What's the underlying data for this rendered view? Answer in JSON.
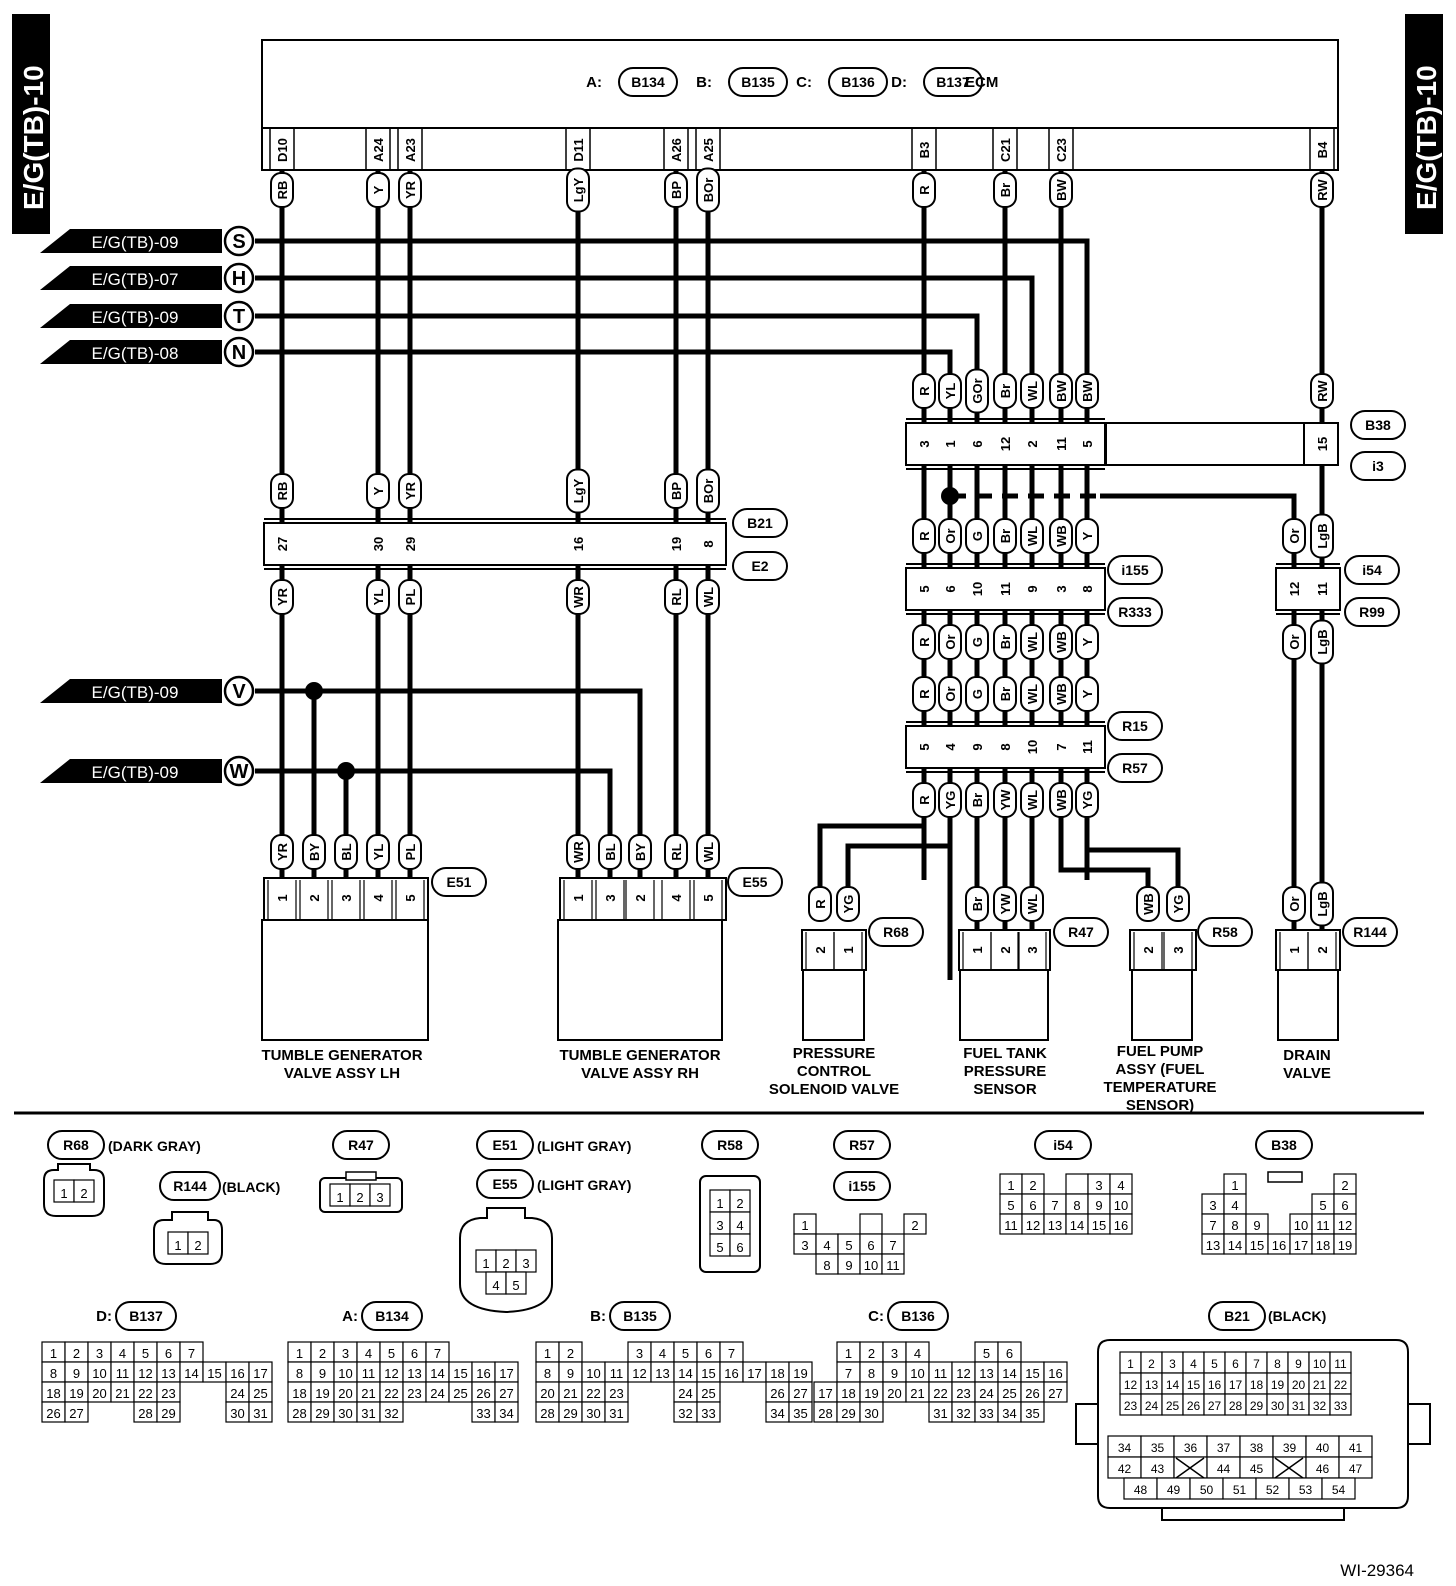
{
  "page_tag": "E/G(TB)-10",
  "figure_id": "WI-29364",
  "ecm": {
    "label": "ECM",
    "connectors": [
      {
        "prefix": "A:",
        "name": "B134"
      },
      {
        "prefix": "B:",
        "name": "B135"
      },
      {
        "prefix": "C:",
        "name": "B136"
      },
      {
        "prefix": "D:",
        "name": "B137"
      }
    ],
    "pins": [
      {
        "pin": "D10",
        "wire": "RB"
      },
      {
        "pin": "A24",
        "wire": "Y"
      },
      {
        "pin": "A23",
        "wire": "YR"
      },
      {
        "pin": "D11",
        "wire": "LgY"
      },
      {
        "pin": "A26",
        "wire": "BP"
      },
      {
        "pin": "A25",
        "wire": "BOr"
      },
      {
        "pin": "B3",
        "wire": "R"
      },
      {
        "pin": "C21",
        "wire": "Br"
      },
      {
        "pin": "C23",
        "wire": "BW"
      },
      {
        "pin": "B4",
        "wire": "RW"
      }
    ]
  },
  "links": [
    {
      "ref": "E/G(TB)-09",
      "letter": "S"
    },
    {
      "ref": "E/G(TB)-07",
      "letter": "H"
    },
    {
      "ref": "E/G(TB)-09",
      "letter": "T"
    },
    {
      "ref": "E/G(TB)-08",
      "letter": "N"
    },
    {
      "ref": "E/G(TB)-09",
      "letter": "V"
    },
    {
      "ref": "E/G(TB)-09",
      "letter": "W"
    }
  ],
  "junctions": {
    "B38_i3": {
      "names": [
        "B38",
        "i3"
      ],
      "top_wires": [
        "R",
        "YL",
        "GOr",
        "Br",
        "WL",
        "BW",
        "BW"
      ],
      "pins": [
        "3",
        "1",
        "6",
        "12",
        "2",
        "11",
        "5"
      ],
      "right_wire": "RW",
      "right_pin": "15"
    },
    "B21_E2": {
      "names": [
        "B21",
        "E2"
      ],
      "top_wires": [
        "RB",
        "Y",
        "YR",
        "LgY",
        "BP",
        "BOr"
      ],
      "pins": [
        "27",
        "30",
        "29",
        "16",
        "19",
        "8"
      ],
      "bottom_wires": [
        "YR",
        "YL",
        "PL",
        "WR",
        "RL",
        "WL"
      ]
    },
    "i155_R333": {
      "names": [
        "i155",
        "R333"
      ],
      "top_wires": [
        "R",
        "Or",
        "G",
        "Br",
        "WL",
        "WB",
        "Y"
      ],
      "pins": [
        "5",
        "6",
        "10",
        "11",
        "9",
        "3",
        "8"
      ],
      "bottom_wires": [
        "R",
        "Or",
        "G",
        "Br",
        "WL",
        "WB",
        "Y"
      ]
    },
    "i54_R99": {
      "names": [
        "i54",
        "R99"
      ],
      "top_wires": [
        "Or",
        "LgB"
      ],
      "pins": [
        "12",
        "11"
      ],
      "bottom_wires": [
        "Or",
        "LgB"
      ]
    },
    "R15_R57": {
      "names": [
        "R15",
        "R57"
      ],
      "top_wires": [
        "R",
        "Or",
        "G",
        "Br",
        "WL",
        "WB",
        "Y"
      ],
      "pins": [
        "5",
        "4",
        "9",
        "8",
        "10",
        "7",
        "11"
      ],
      "bottom_wires": [
        "R",
        "YG",
        "Br",
        "YW",
        "WL",
        "WB",
        "YG"
      ]
    }
  },
  "components": [
    {
      "id": "E51",
      "wires": [
        "YR",
        "BY",
        "BL",
        "YL",
        "PL"
      ],
      "pins": [
        "1",
        "2",
        "3",
        "4",
        "5"
      ],
      "label1": "TUMBLE GENERATOR",
      "label2": "VALVE ASSY LH",
      "label3": "",
      "label4": ""
    },
    {
      "id": "E55",
      "wires": [
        "WR",
        "BL",
        "BY",
        "RL",
        "WL"
      ],
      "pins": [
        "1",
        "3",
        "2",
        "4",
        "5"
      ],
      "label1": "TUMBLE GENERATOR",
      "label2": "VALVE ASSY RH",
      "label3": "",
      "label4": ""
    },
    {
      "id": "R68",
      "wires": [
        "R",
        "YG"
      ],
      "pins": [
        "2",
        "1"
      ],
      "label1": "PRESSURE",
      "label2": "CONTROL",
      "label3": "SOLENOID VALVE",
      "label4": ""
    },
    {
      "id": "R47",
      "wires": [
        "Br",
        "YW",
        "WL"
      ],
      "pins": [
        "1",
        "2",
        "3"
      ],
      "label1": "FUEL TANK",
      "label2": "PRESSURE",
      "label3": "SENSOR",
      "label4": ""
    },
    {
      "id": "R58",
      "wires": [
        "WB",
        "YG"
      ],
      "pins": [
        "2",
        "3"
      ],
      "label1": "FUEL PUMP",
      "label2": "ASSY (FUEL",
      "label3": "TEMPERATURE",
      "label4": "SENSOR)"
    },
    {
      "id": "R144",
      "wires": [
        "Or",
        "LgB"
      ],
      "pins": [
        "1",
        "2"
      ],
      "label1": "DRAIN",
      "label2": "VALVE",
      "label3": "",
      "label4": ""
    }
  ],
  "connector_views": {
    "R68": {
      "name": "R68",
      "color": "(DARK GRAY)",
      "pins": [
        "1",
        "2"
      ]
    },
    "R144": {
      "name": "R144",
      "color": "(BLACK)",
      "pins": [
        "1",
        "2"
      ]
    },
    "R47": {
      "name": "R47",
      "pins": [
        "1",
        "2",
        "3"
      ]
    },
    "E51": {
      "name": "E51",
      "color": "(LIGHT GRAY)"
    },
    "E55": {
      "name": "E55",
      "color": "(LIGHT GRAY)",
      "pins": [
        "1",
        "2",
        "3",
        "4",
        "5"
      ]
    },
    "R58": {
      "name": "R58",
      "pins": [
        "1",
        "2",
        "3",
        "4",
        "5",
        "6"
      ]
    },
    "R57": {
      "name": "R57"
    },
    "i155": {
      "name": "i155",
      "pins": [
        "1",
        "2",
        "3",
        "4",
        "5",
        "6",
        "7",
        "8",
        "9",
        "10",
        "11"
      ]
    },
    "i54": {
      "name": "i54",
      "pins": [
        "1",
        "2",
        "3",
        "4",
        "5",
        "6",
        "7",
        "8",
        "9",
        "10",
        "11",
        "12",
        "13",
        "14",
        "15",
        "16"
      ]
    },
    "B38": {
      "name": "B38",
      "pins": [
        "1",
        "2",
        "3",
        "4",
        "5",
        "6",
        "7",
        "8",
        "9",
        "10",
        "11",
        "12",
        "13",
        "14",
        "15",
        "16",
        "17",
        "18",
        "19"
      ]
    },
    "B137": {
      "prefix": "D:",
      "name": "B137"
    },
    "B134": {
      "prefix": "A:",
      "name": "B134"
    },
    "B135": {
      "prefix": "B:",
      "name": "B135"
    },
    "B136": {
      "prefix": "C:",
      "name": "B136"
    },
    "B21": {
      "name": "B21",
      "color": "(BLACK)"
    }
  }
}
